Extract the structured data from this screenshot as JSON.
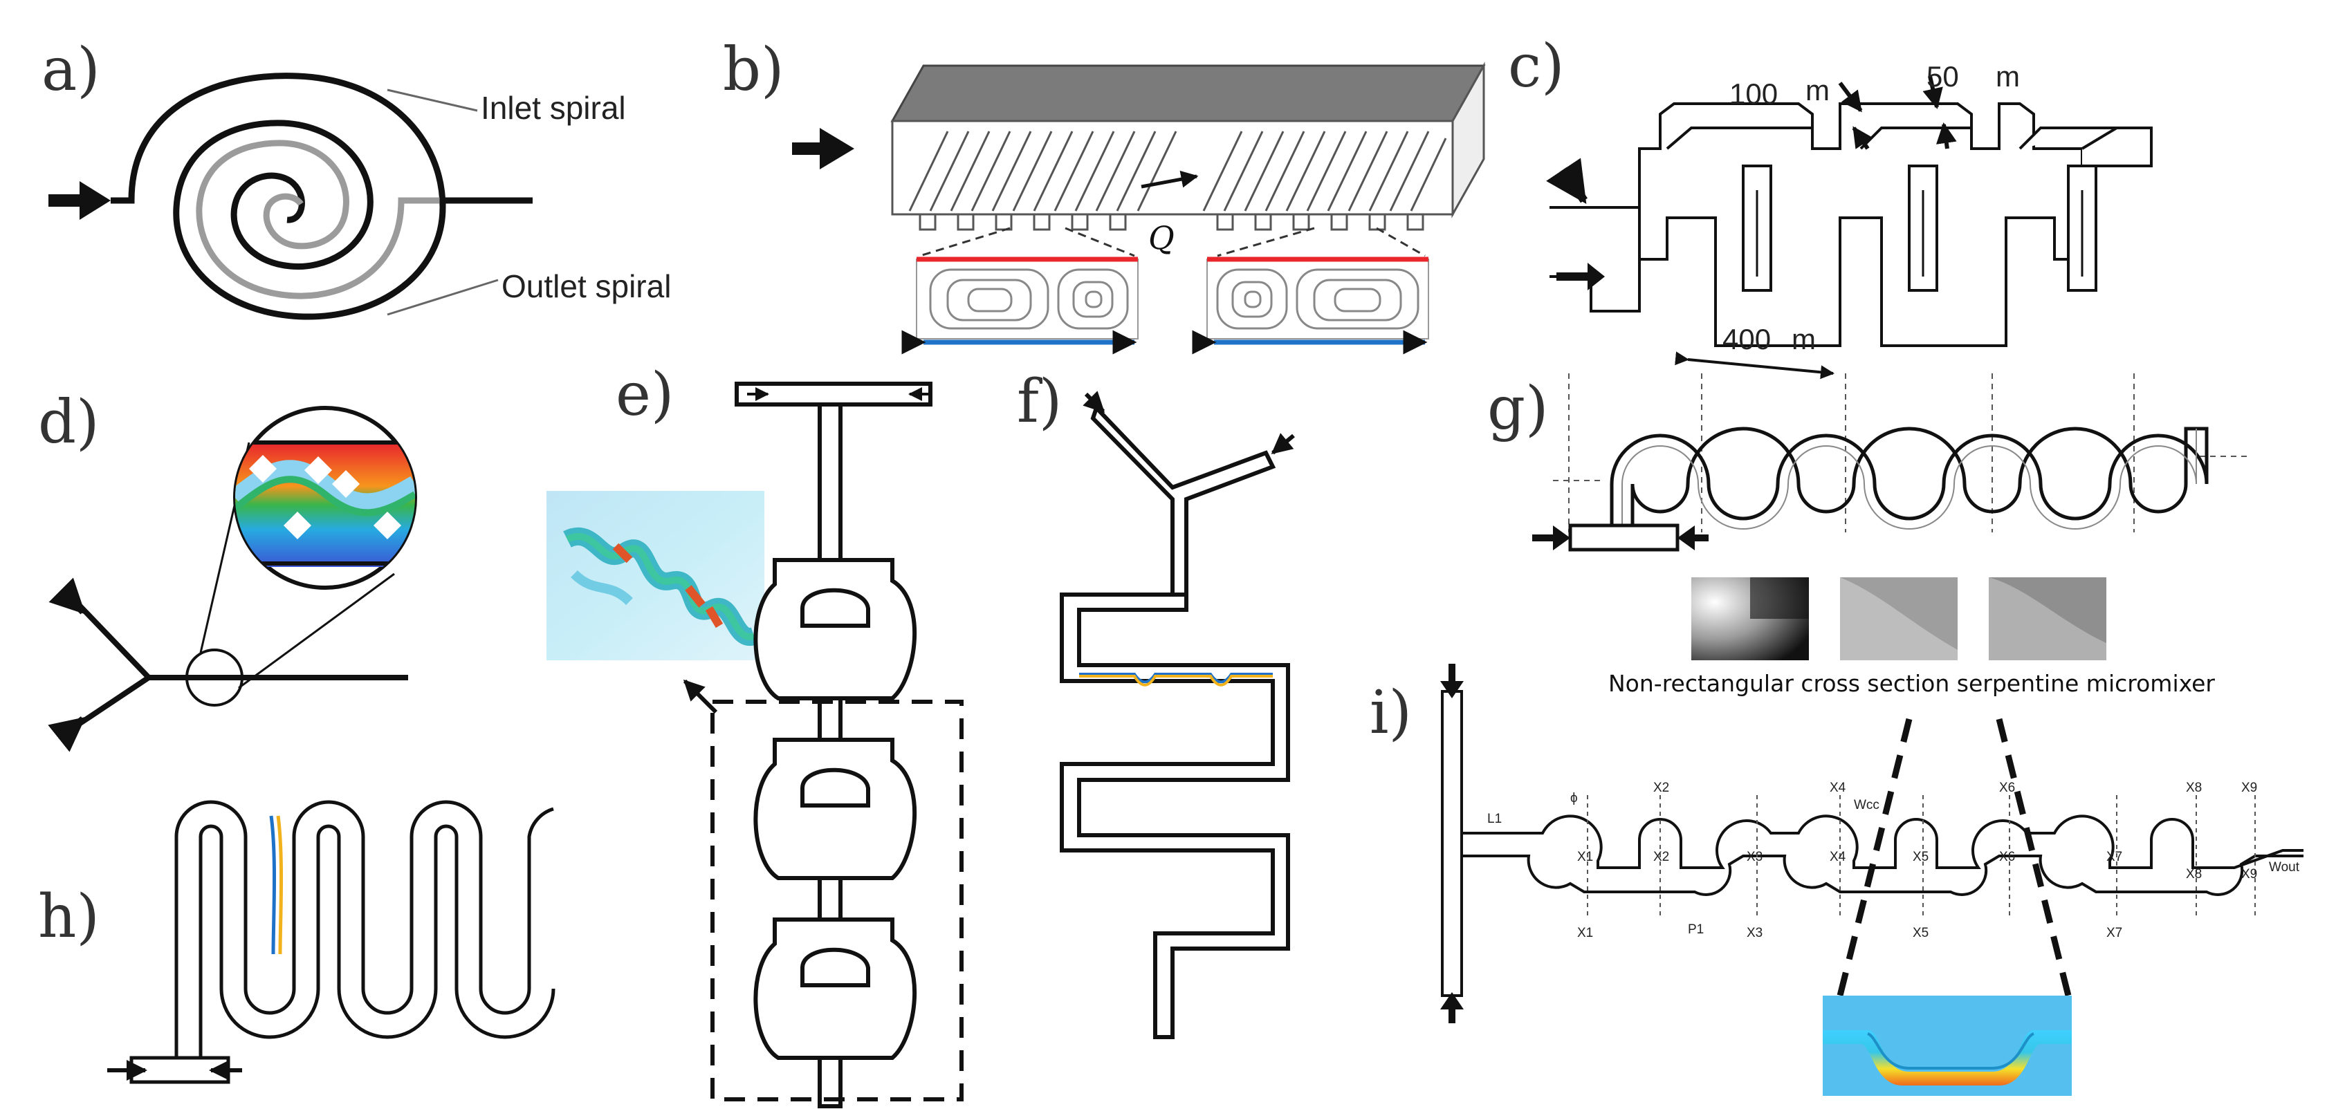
{
  "panels": {
    "a": {
      "label": "a)",
      "inlet": "Inlet spiral",
      "outlet": "Outlet spiral"
    },
    "b": {
      "label": "b)",
      "flow": "Q"
    },
    "c": {
      "label": "c)",
      "d1": "100",
      "d1_unit": "m",
      "d2": "50",
      "d2_unit": "m",
      "d3": "400",
      "d3_unit": "m"
    },
    "d": {
      "label": "d)"
    },
    "e": {
      "label": "e)"
    },
    "f": {
      "label": "f)"
    },
    "g": {
      "label": "g)",
      "caption": "Non-rectangular cross section serpentine micromixer"
    },
    "h": {
      "label": "h)"
    },
    "i": {
      "label": "i)",
      "x_labels": [
        "X1",
        "X1",
        "X2",
        "X2",
        "X3",
        "X3",
        "X4",
        "X4",
        "X5",
        "X5",
        "X6",
        "X6",
        "X7",
        "X7",
        "X8",
        "X8",
        "X9",
        "X9"
      ],
      "misc": {
        "l1": "L1",
        "phi": "ϕ",
        "p1": "P1",
        "w_out": "Wout",
        "w_cc": "Wcc"
      }
    }
  },
  "colors": {
    "red": "#e8262c",
    "blue": "#1e73c8",
    "arrow": "#111111",
    "line": "#111111"
  }
}
